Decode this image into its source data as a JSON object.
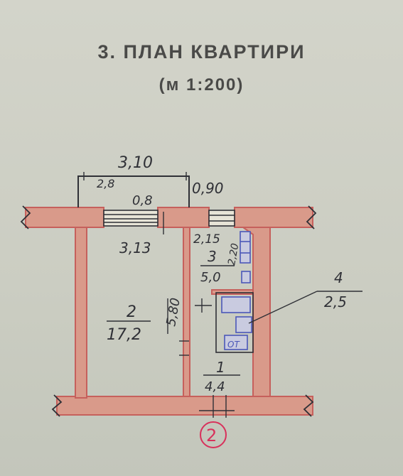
{
  "title": "3. ПЛАН КВАРТИРИ",
  "scale": "(м 1:200)",
  "dimensions": {
    "outer_width": "3,10",
    "balcony_inner": "2,8",
    "balcony_depth": "0,8",
    "balcony_side": "0,90",
    "room_width": "3,13",
    "room_length": "5,80",
    "kitchen_width": "2,15",
    "kitchen_length": "2,20"
  },
  "rooms": [
    {
      "number": "2",
      "area": "17,2"
    },
    {
      "number": "3",
      "area": "5,0"
    },
    {
      "number": "4",
      "area": "2,5"
    },
    {
      "number": "1",
      "area": "4,4"
    }
  ],
  "fixtures": {
    "bath_label": "ОТ"
  },
  "entrance": "2",
  "colors": {
    "wall_fill": "#d99a8a",
    "wall_stroke": "#c6605c",
    "ink": "#2f3036",
    "fixture_blue": "#4b57b8",
    "circle_red": "#d8315b"
  }
}
